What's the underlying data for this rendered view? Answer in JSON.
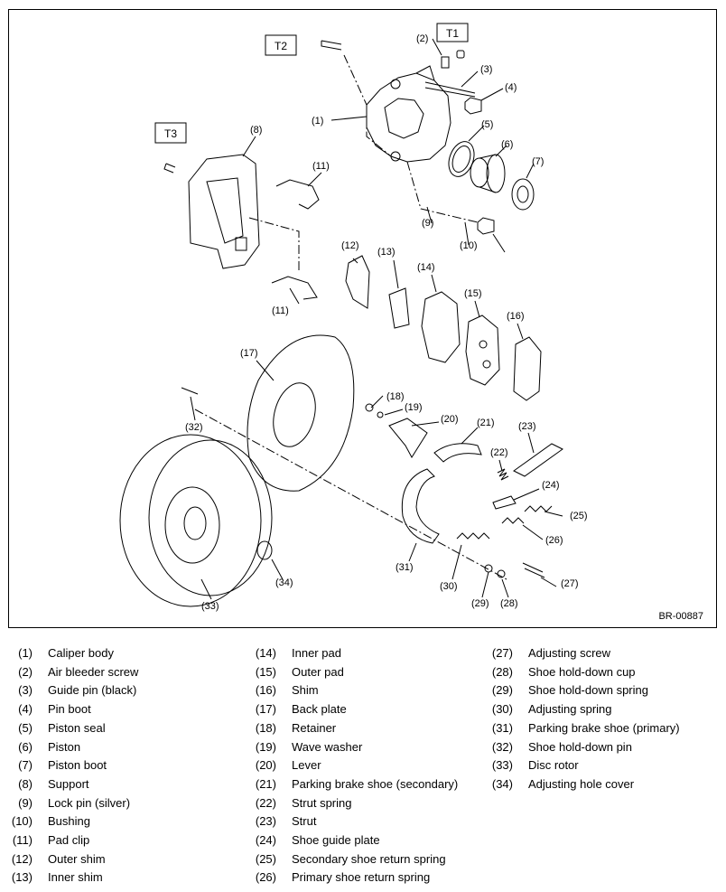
{
  "figure_id": "BR-00887",
  "tool_labels": [
    "T1",
    "T2",
    "T3"
  ],
  "callouts": [
    "(1)",
    "(2)",
    "(3)",
    "(4)",
    "(5)",
    "(6)",
    "(7)",
    "(8)",
    "(9)",
    "(10)",
    "(11)",
    "(12)",
    "(13)",
    "(14)",
    "(15)",
    "(16)",
    "(17)",
    "(18)",
    "(19)",
    "(20)",
    "(21)",
    "(22)",
    "(23)",
    "(24)",
    "(25)",
    "(26)",
    "(27)",
    "(28)",
    "(29)",
    "(30)",
    "(31)",
    "(32)",
    "(33)",
    "(34)"
  ],
  "legend": {
    "col1": [
      {
        "num": "(1)",
        "name": "Caliper body"
      },
      {
        "num": "(2)",
        "name": "Air bleeder screw"
      },
      {
        "num": "(3)",
        "name": "Guide pin (black)"
      },
      {
        "num": "(4)",
        "name": "Pin boot"
      },
      {
        "num": "(5)",
        "name": "Piston seal"
      },
      {
        "num": "(6)",
        "name": "Piston"
      },
      {
        "num": "(7)",
        "name": "Piston boot"
      },
      {
        "num": "(8)",
        "name": "Support"
      },
      {
        "num": "(9)",
        "name": "Lock pin (silver)"
      },
      {
        "num": "(10)",
        "name": "Bushing"
      },
      {
        "num": "(11)",
        "name": "Pad clip"
      },
      {
        "num": "(12)",
        "name": "Outer shim"
      },
      {
        "num": "(13)",
        "name": "Inner shim"
      }
    ],
    "col2": [
      {
        "num": "(14)",
        "name": "Inner pad"
      },
      {
        "num": "(15)",
        "name": "Outer pad"
      },
      {
        "num": "(16)",
        "name": "Shim"
      },
      {
        "num": "(17)",
        "name": "Back plate"
      },
      {
        "num": "(18)",
        "name": "Retainer"
      },
      {
        "num": "(19)",
        "name": "Wave washer"
      },
      {
        "num": "(20)",
        "name": "Lever"
      },
      {
        "num": "(21)",
        "name": "Parking brake shoe (secondary)"
      },
      {
        "num": "(22)",
        "name": "Strut spring"
      },
      {
        "num": "(23)",
        "name": "Strut"
      },
      {
        "num": "(24)",
        "name": "Shoe guide plate"
      },
      {
        "num": "(25)",
        "name": "Secondary shoe return spring"
      },
      {
        "num": "(26)",
        "name": "Primary shoe return spring"
      }
    ],
    "col3": [
      {
        "num": "(27)",
        "name": "Adjusting screw"
      },
      {
        "num": "(28)",
        "name": "Shoe hold-down cup"
      },
      {
        "num": "(29)",
        "name": "Shoe hold-down spring"
      },
      {
        "num": "(30)",
        "name": "Adjusting spring"
      },
      {
        "num": "(31)",
        "name": "Parking brake shoe (primary)"
      },
      {
        "num": "(32)",
        "name": "Shoe hold-down pin"
      },
      {
        "num": "(33)",
        "name": "Disc rotor"
      },
      {
        "num": "(34)",
        "name": "Adjusting hole cover"
      }
    ]
  }
}
